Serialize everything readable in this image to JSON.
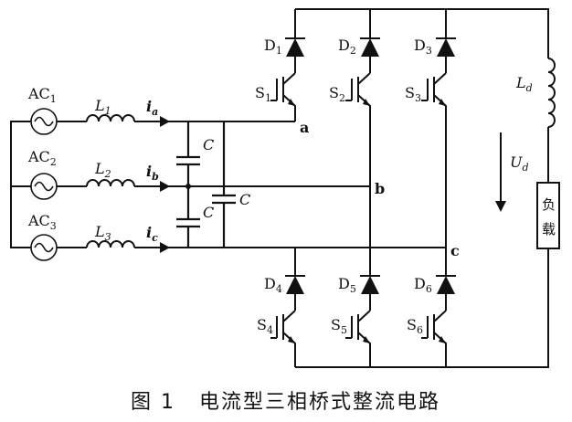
{
  "sources": [
    {
      "label": "AC",
      "sub": "1"
    },
    {
      "label": "AC",
      "sub": "2"
    },
    {
      "label": "AC",
      "sub": "3"
    }
  ],
  "inductors": [
    {
      "label": "L",
      "sub": "1"
    },
    {
      "label": "L",
      "sub": "2"
    },
    {
      "label": "L",
      "sub": "3"
    }
  ],
  "currents": [
    {
      "label": "i",
      "sub": "a"
    },
    {
      "label": "i",
      "sub": "b"
    },
    {
      "label": "i",
      "sub": "c"
    }
  ],
  "capacitors": {
    "label": "C"
  },
  "nodes": {
    "a": "a",
    "b": "b",
    "c": "c"
  },
  "upper_diodes": [
    {
      "label": "D",
      "sub": "1"
    },
    {
      "label": "D",
      "sub": "2"
    },
    {
      "label": "D",
      "sub": "3"
    }
  ],
  "upper_switches": [
    {
      "label": "S",
      "sub": "1"
    },
    {
      "label": "S",
      "sub": "2"
    },
    {
      "label": "S",
      "sub": "3"
    }
  ],
  "lower_diodes": [
    {
      "label": "D",
      "sub": "4"
    },
    {
      "label": "D",
      "sub": "5"
    },
    {
      "label": "D",
      "sub": "6"
    }
  ],
  "lower_switches": [
    {
      "label": "S",
      "sub": "4"
    },
    {
      "label": "S",
      "sub": "5"
    },
    {
      "label": "S",
      "sub": "6"
    }
  ],
  "dc_inductor": {
    "label": "L",
    "sub": "d"
  },
  "dc_voltage": {
    "label": "U",
    "sub": "d"
  },
  "load": {
    "line1": "负",
    "line2": "载"
  },
  "caption": {
    "figure": "图 1",
    "title": "电流型三相桥式整流电路"
  }
}
